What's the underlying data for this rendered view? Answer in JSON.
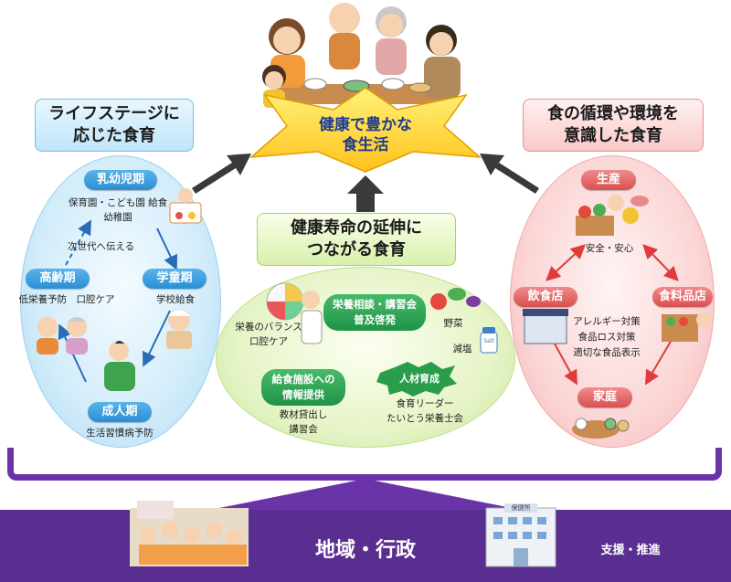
{
  "center_star": {
    "line1": "健康で豊かな",
    "line2": "食生活"
  },
  "left": {
    "title_line1": "ライフステージに",
    "title_line2": "応じた食育",
    "stages": {
      "infant": "乳幼児期",
      "school": "学童期",
      "adult": "成人期",
      "elderly": "高齢期"
    },
    "infant_desc_line1": "保育園・こども園 給食",
    "infant_desc_line2": "幼稚園",
    "school_desc": "学校給食",
    "adult_desc": "生活習慣病予防",
    "elderly_desc": "低栄養予防　口腔ケア",
    "next_gen": "次世代へ伝える"
  },
  "right": {
    "title_line1": "食の循環や環境を",
    "title_line2": "意識した食育",
    "stages": {
      "production": "生産",
      "restaurant": "飲食店",
      "grocery": "食料品店",
      "home": "家庭"
    },
    "production_desc": "安全・安心",
    "measures": [
      "アレルギー対策",
      "食品ロス対策",
      "適切な食品表示"
    ]
  },
  "center": {
    "title_line1": "健康寿命の延伸に",
    "title_line2": "つながる食育",
    "pill1_line1": "栄養相談・講習会",
    "pill1_line2": "普及啓発",
    "balance_line1": "栄養のバランス",
    "balance_line2": "口腔ケア",
    "vegetables": "野菜",
    "salt_reduction": "減塩",
    "salt_label": "Salt",
    "pill2_line1": "給食施設への",
    "pill2_line2": "情報提供",
    "pill2_desc_line1": "教材貸出し",
    "pill2_desc_line2": "講習会",
    "burst": "人材育成",
    "burst_desc_line1": "食育リーダー",
    "burst_desc_line2": "たいとう栄養士会"
  },
  "bottom": {
    "title": "地域・行政",
    "support": "支援・推進",
    "health_center_sign": "保健所"
  },
  "colors": {
    "purple": "#5a2d91",
    "blue_stage": "#2b8ed4",
    "red_stage": "#d94f4f",
    "green_pill": "#1f9446",
    "star": "#ffd43b"
  }
}
